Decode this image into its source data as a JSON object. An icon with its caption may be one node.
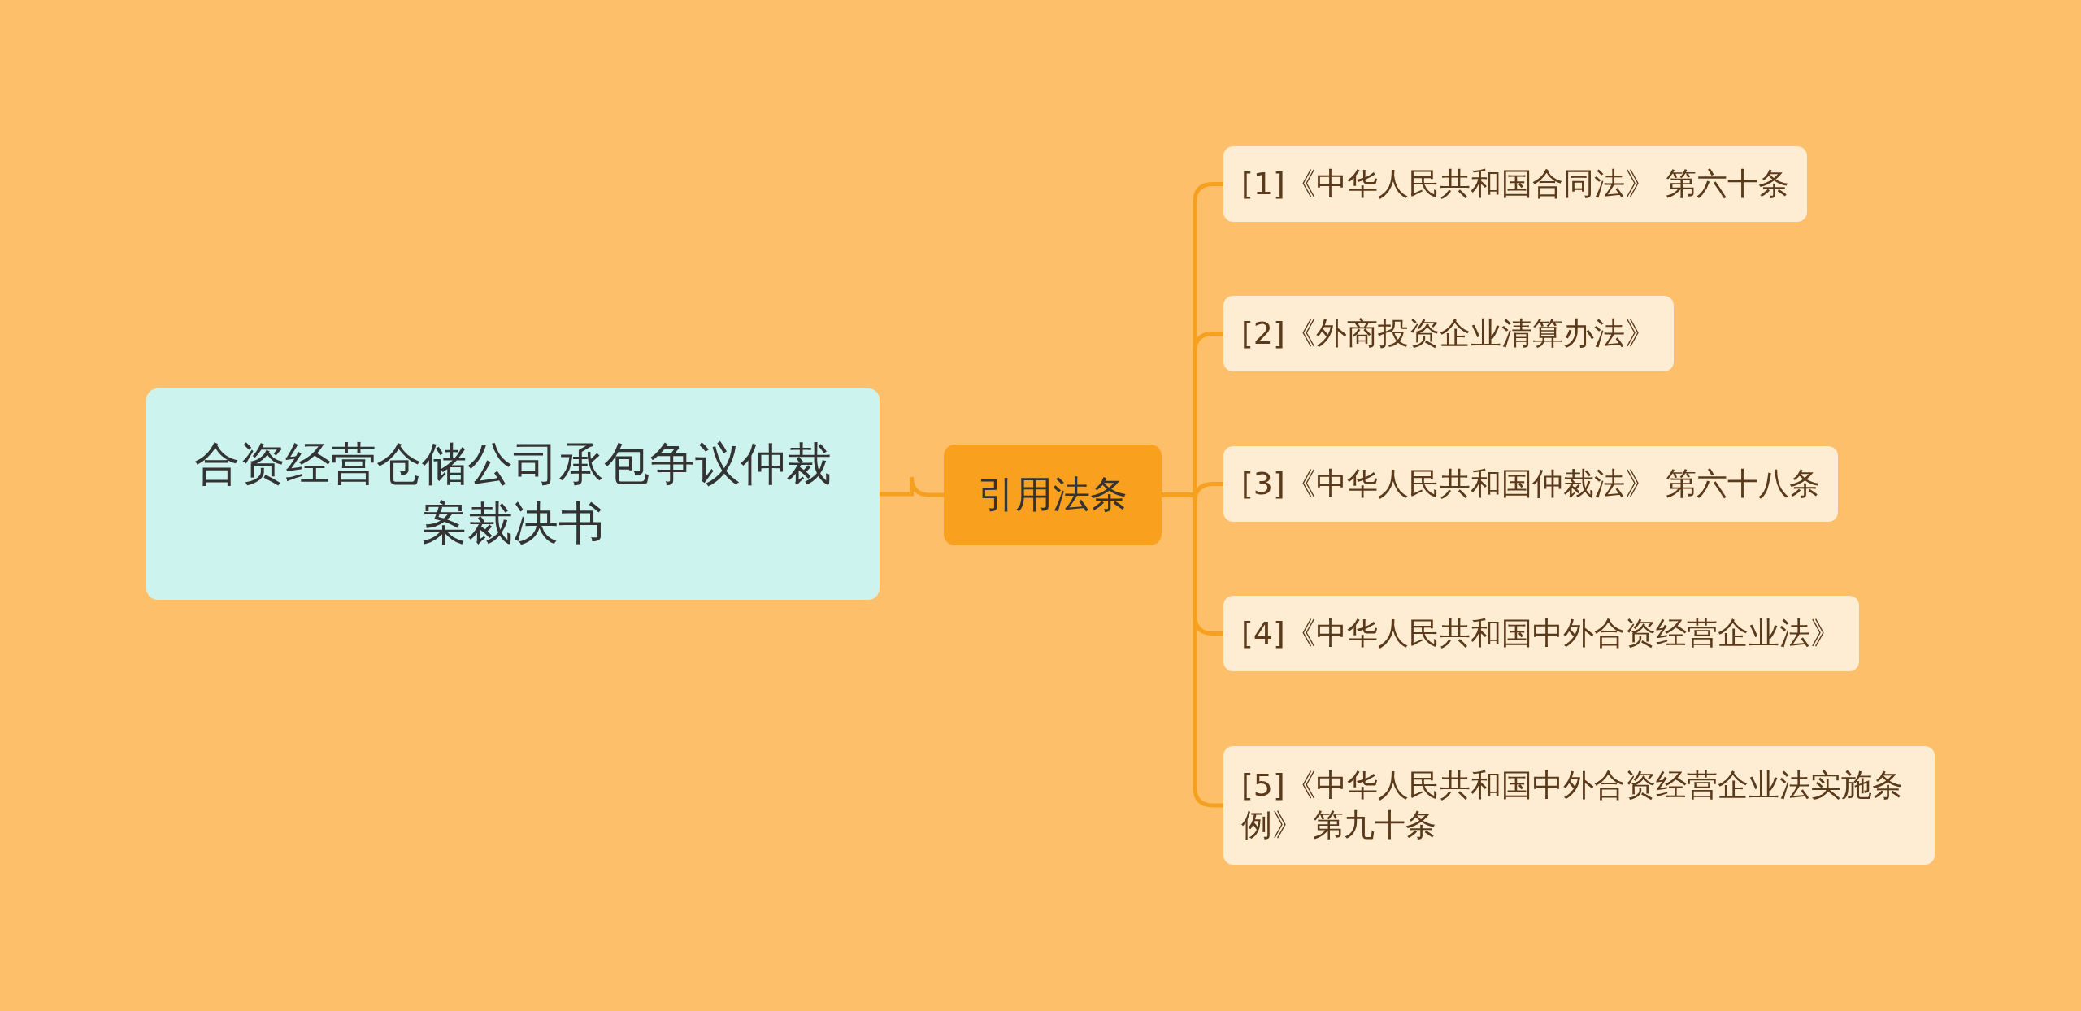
{
  "diagram": {
    "nodes": [
      {
        "text": [
          "合资经营仓储公司承包争议仲裁案裁决书"
        ]
      },
      {
        "text": [
          "引用法条"
        ]
      },
      {
        "text": [
          "[1]《中华人民共和国合同法》 第六十条"
        ]
      },
      {
        "text": [
          "[2]《外商投资企业清算办法》"
        ]
      },
      {
        "text": [
          "[3]《中华人民共和国仲裁法》 第六十八条"
        ]
      },
      {
        "text": [
          "[4]《中华人民共和国中外合资经营企业法》"
        ]
      },
      {
        "text": [
          "[5]《中华人民共和国中外合资经营企业法实施条例》 第九十条"
        ]
      }
    ],
    "edges": [
      {
        "from": 0,
        "to": 1,
        "arrow": "none"
      },
      {
        "from": 1,
        "to": 2,
        "arrow": "none"
      },
      {
        "from": 1,
        "to": 3,
        "arrow": "none"
      },
      {
        "from": 1,
        "to": 4,
        "arrow": "none"
      },
      {
        "from": 1,
        "to": 5,
        "arrow": "none"
      },
      {
        "from": 1,
        "to": 6,
        "arrow": "none"
      }
    ]
  }
}
